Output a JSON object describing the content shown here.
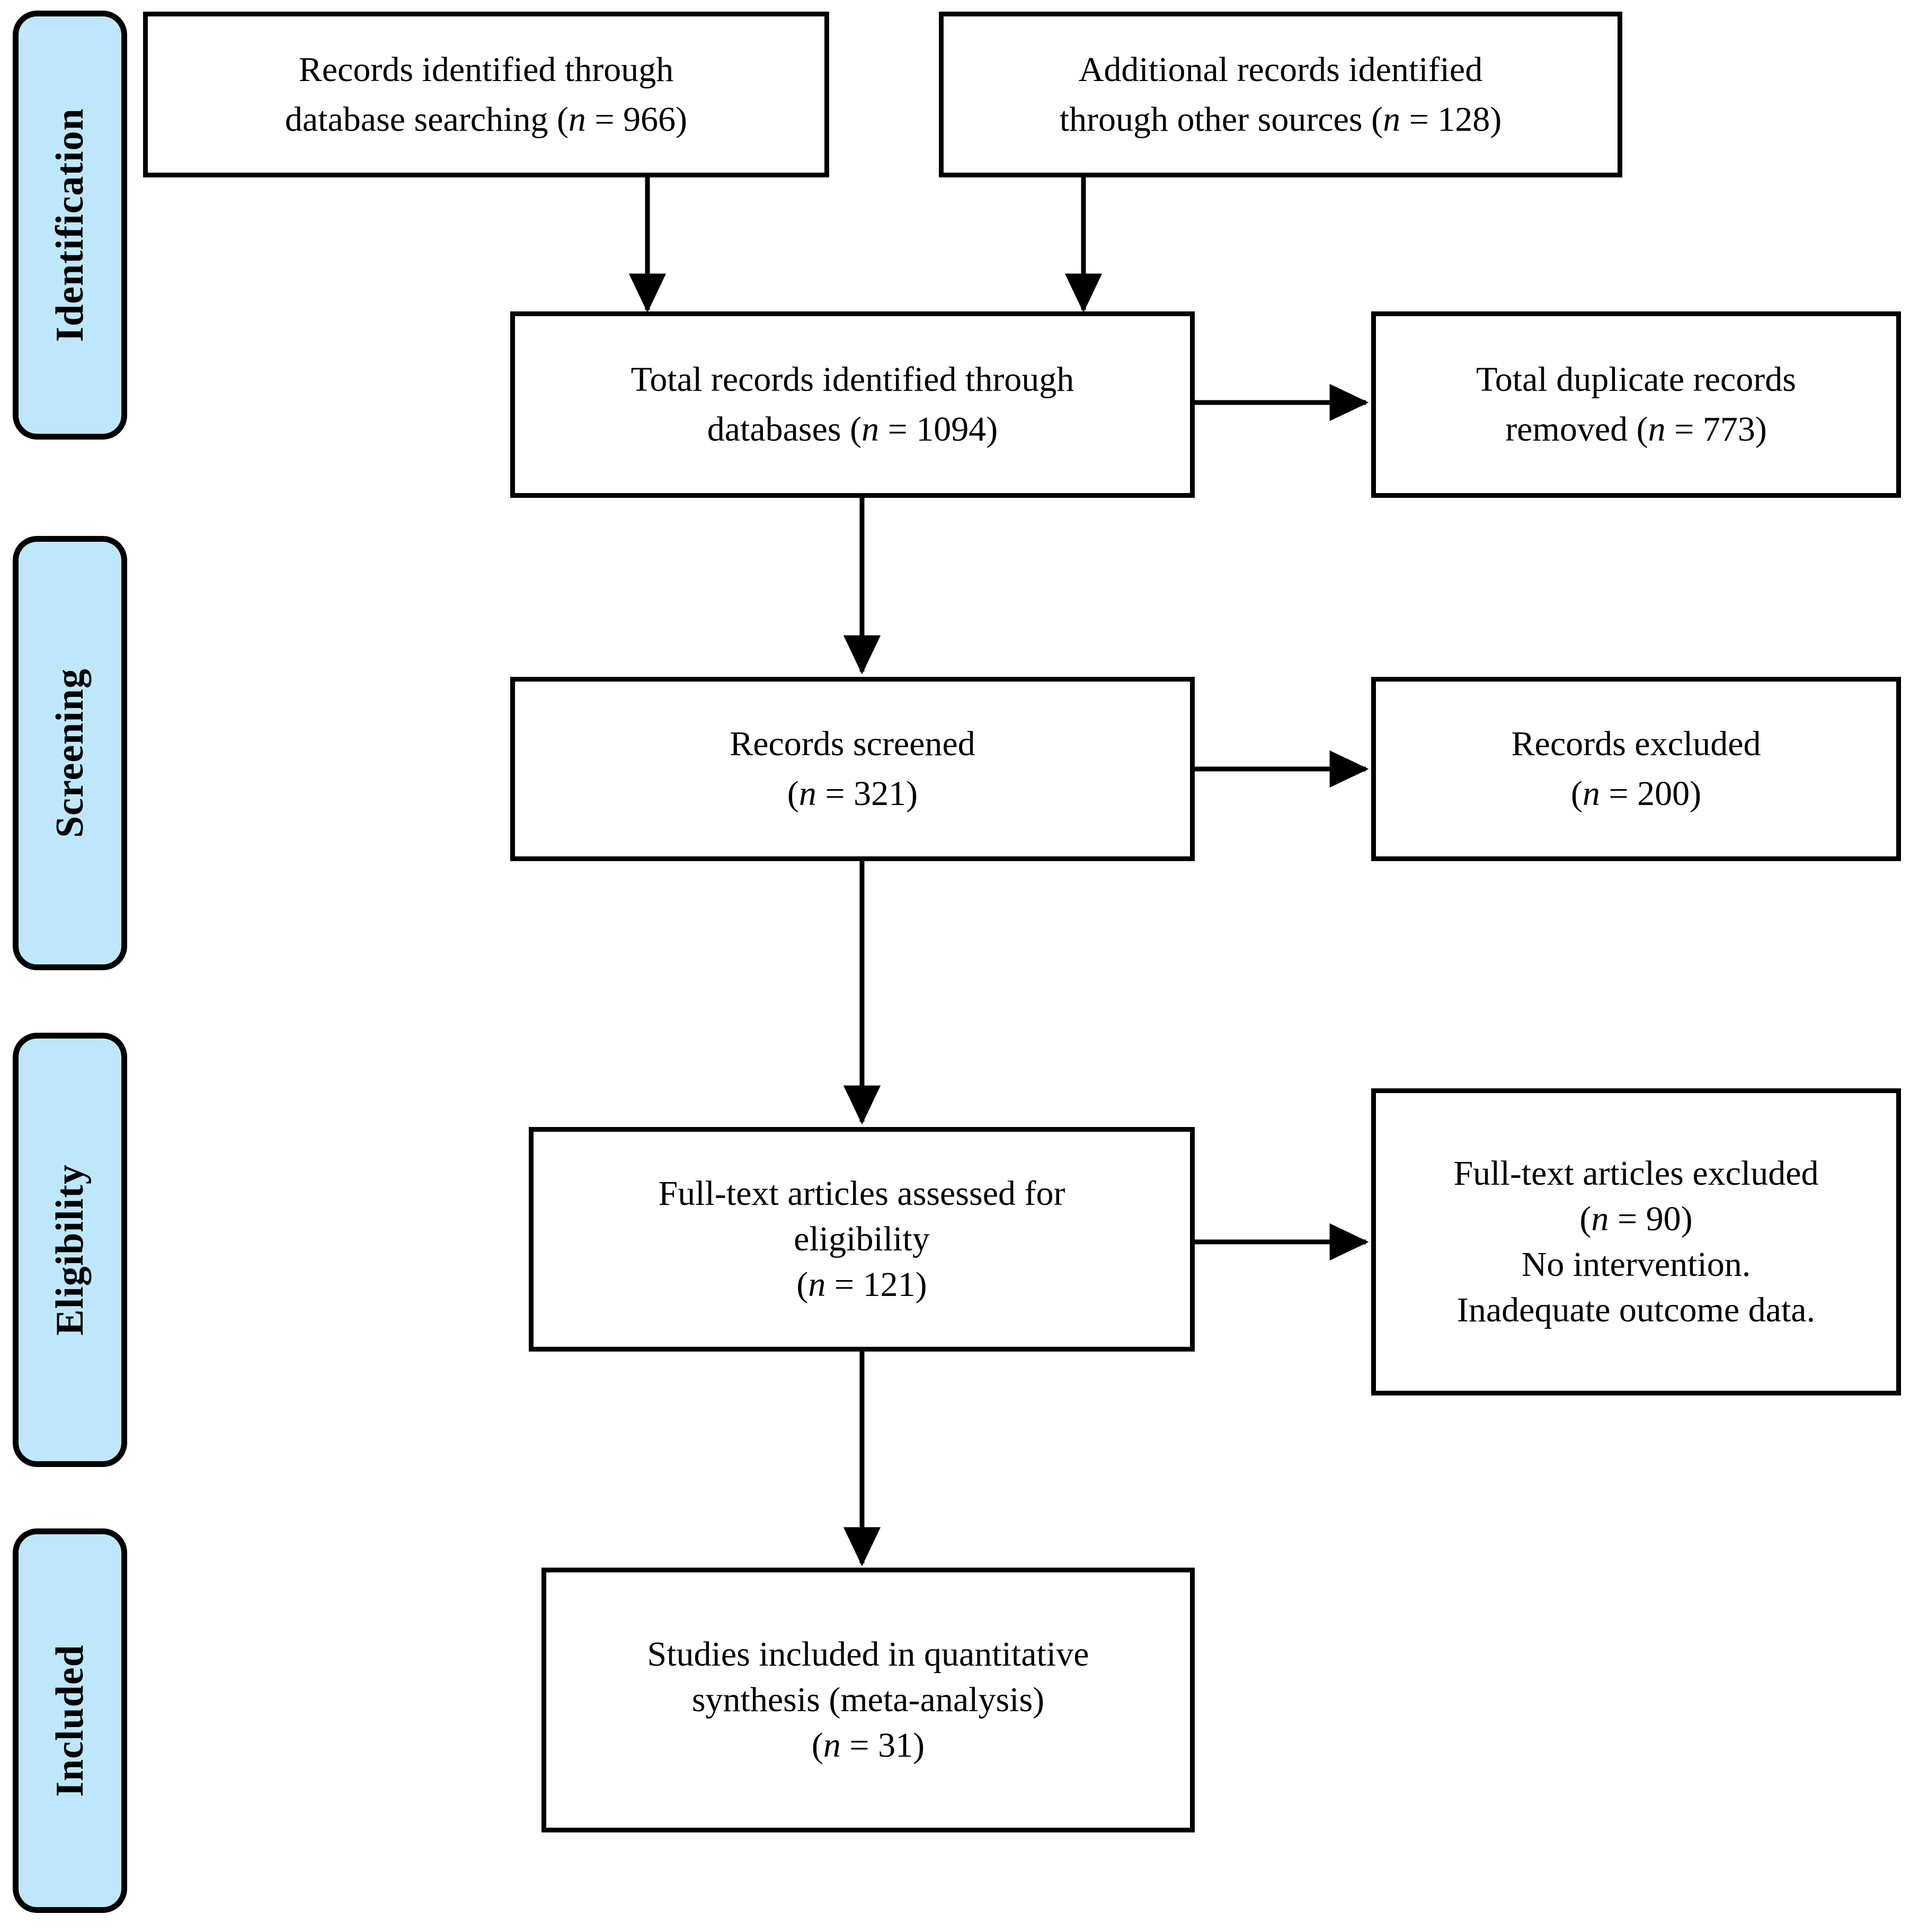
{
  "figure": {
    "type": "prisma-flow-diagram",
    "accent_color": "#bfe7fb",
    "line_color": "#000000",
    "background": "#ffffff"
  },
  "phases": [
    {
      "id": "identification",
      "label": "Identification"
    },
    {
      "id": "screening",
      "label": "Screening"
    },
    {
      "id": "eligibility",
      "label": "Eligibility"
    },
    {
      "id": "included",
      "label": "Included"
    }
  ],
  "boxes": {
    "db_search": {
      "line1": "Records identified through",
      "line2_pre": "database searching (",
      "line2_n": "n",
      "line2_post": " = 966)",
      "count": 966
    },
    "other_sources": {
      "line1": "Additional records identified",
      "line2_pre": "through other sources (",
      "line2_n": "n",
      "line2_post": " = 128)",
      "count": 128
    },
    "total_records": {
      "line1": "Total records identified through",
      "line2_pre": "databases (",
      "line2_n": "n",
      "line2_post": " = 1094)",
      "count": 1094
    },
    "duplicates_removed": {
      "line1": "Total duplicate records",
      "line2_pre": "removed (",
      "line2_n": "n",
      "line2_post": " = 773)",
      "count": 773
    },
    "records_screened": {
      "line1": "Records screened",
      "line2_pre": "(",
      "line2_n": "n",
      "line2_post": " = 321)",
      "count": 321
    },
    "records_excluded": {
      "line1": "Records excluded",
      "line2_pre": "(",
      "line2_n": "n",
      "line2_post": " = 200)",
      "count": 200
    },
    "fulltext_assessed": {
      "line1": "Full-text articles assessed for",
      "line2": "eligibility",
      "line3_pre": "(",
      "line3_n": "n",
      "line3_post": " = 121)",
      "count": 121
    },
    "fulltext_excluded": {
      "line1": "Full-text articles excluded",
      "line2_pre": "(",
      "line2_n": "n",
      "line2_post": " = 90)",
      "line3": "No intervention.",
      "line4": "Inadequate outcome data.",
      "count": 90
    },
    "studies_included": {
      "line1": "Studies included in quantitative",
      "line2": "synthesis (meta-analysis)",
      "line3_pre": "(",
      "line3_n": "n",
      "line3_post": " = 31)",
      "count": 31
    }
  }
}
